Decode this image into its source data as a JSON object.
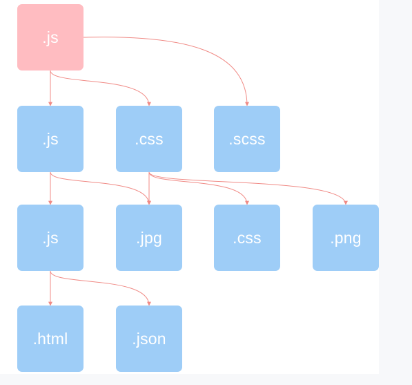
{
  "diagram": {
    "colors": {
      "root_fill": "#ffbcc1",
      "node_fill": "#9ecdf7",
      "edge": "#f08a85",
      "text": "#ffffff"
    },
    "nodes": [
      {
        "id": "n0",
        "label": ".js",
        "kind": "root"
      },
      {
        "id": "n1",
        "label": ".js",
        "kind": "file"
      },
      {
        "id": "n2",
        "label": ".css",
        "kind": "file"
      },
      {
        "id": "n3",
        "label": ".scss",
        "kind": "file"
      },
      {
        "id": "n4",
        "label": ".js",
        "kind": "file"
      },
      {
        "id": "n5",
        "label": ".jpg",
        "kind": "file"
      },
      {
        "id": "n6",
        "label": ".css",
        "kind": "file"
      },
      {
        "id": "n7",
        "label": ".png",
        "kind": "file"
      },
      {
        "id": "n8",
        "label": ".html",
        "kind": "file"
      },
      {
        "id": "n9",
        "label": ".json",
        "kind": "file"
      }
    ],
    "edges": [
      {
        "from": "n0",
        "to": "n1"
      },
      {
        "from": "n0",
        "to": "n2"
      },
      {
        "from": "n0",
        "to": "n3"
      },
      {
        "from": "n1",
        "to": "n4"
      },
      {
        "from": "n1",
        "to": "n5"
      },
      {
        "from": "n2",
        "to": "n5"
      },
      {
        "from": "n2",
        "to": "n6"
      },
      {
        "from": "n2",
        "to": "n7"
      },
      {
        "from": "n4",
        "to": "n8"
      },
      {
        "from": "n4",
        "to": "n9"
      }
    ]
  }
}
